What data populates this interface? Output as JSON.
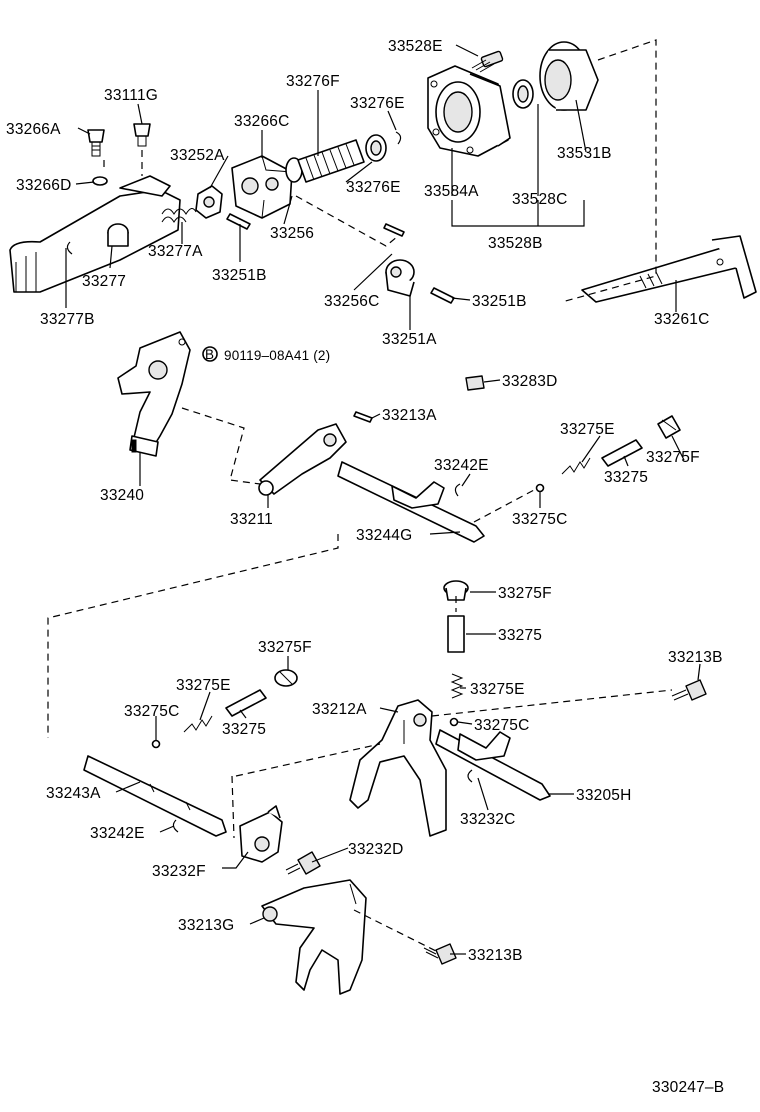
{
  "diagram": {
    "figure_id": "330247–B",
    "bolt_note": {
      "symbol": "B",
      "text": "90119–08A41 (2)"
    },
    "labels": {
      "l_33528E": "33528E",
      "l_33111G": "33111G",
      "l_33276F": "33276F",
      "l_33276E_top": "33276E",
      "l_33266A": "33266A",
      "l_33266C": "33266C",
      "l_33252A": "33252A",
      "l_33266D": "33266D",
      "l_33276E_mid": "33276E",
      "l_33531B": "33531B",
      "l_33584A": "33584A",
      "l_33528C": "33528C",
      "l_33528B": "33528B",
      "l_33277A": "33277A",
      "l_33256": "33256",
      "l_33277": "33277",
      "l_33251B_top": "33251B",
      "l_33256C": "33256C",
      "l_33251B_mid": "33251B",
      "l_33277B": "33277B",
      "l_33261C": "33261C",
      "l_33251A": "33251A",
      "l_33283D": "33283D",
      "l_33213A": "33213A",
      "l_33275E_r": "33275E",
      "l_33240": "33240",
      "l_33242E_top": "33242E",
      "l_33275F_r": "33275F",
      "l_33275_r": "33275",
      "l_33211": "33211",
      "l_33275C_r": "33275C",
      "l_33244G": "33244G",
      "l_33275F_c": "33275F",
      "l_33275_c": "33275",
      "l_33275F_l": "33275F",
      "l_33213B_top": "33213B",
      "l_33275E_l": "33275E",
      "l_33275E_c": "33275E",
      "l_33212A": "33212A",
      "l_33275C_l": "33275C",
      "l_33275_l": "33275",
      "l_33275C_c": "33275C",
      "l_33243A": "33243A",
      "l_33205H": "33205H",
      "l_33232C": "33232C",
      "l_33242E_bot": "33242E",
      "l_33232D": "33232D",
      "l_33232F": "33232F",
      "l_33213G": "33213G",
      "l_33213B_bot": "33213B"
    }
  }
}
